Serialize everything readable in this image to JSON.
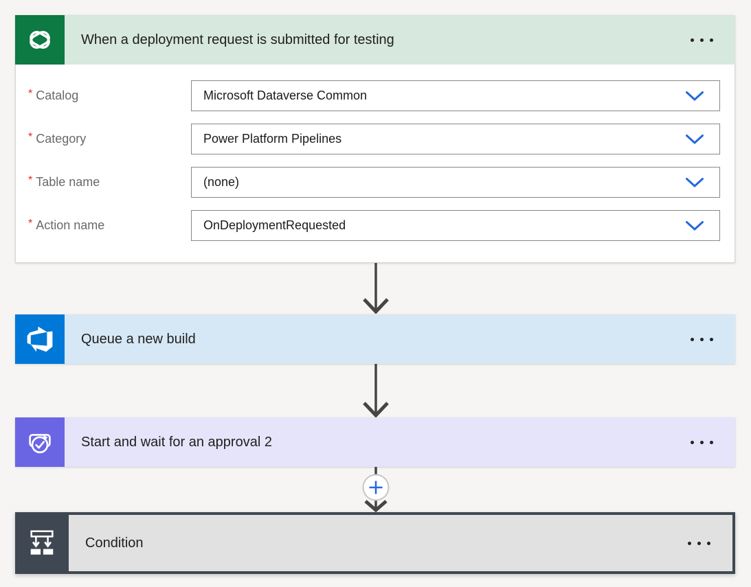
{
  "colors": {
    "page_bg": "#f6f5f4",
    "dataverse_green": "#0c7a42",
    "trigger_header_bg": "#d7e8de",
    "devops_blue": "#0078d7",
    "devops_header_bg": "#d6e8f6",
    "approvals_purple": "#6a66e3",
    "approvals_header_bg": "#e5e4fa",
    "condition_dark": "#3f4752",
    "condition_header_bg": "#e1e1e1",
    "dropdown_chevron_blue": "#2569d9",
    "required_red": "#dc2626",
    "connector_gray": "#474543"
  },
  "trigger": {
    "icon": "dataverse-icon",
    "title": "When a deployment request is submitted for testing",
    "menu_icon": "ellipsis-icon",
    "required_marker": "*",
    "fields": [
      {
        "label": "Catalog",
        "value": "Microsoft Dataverse Common",
        "chevron": "chevron-down-icon"
      },
      {
        "label": "Category",
        "value": "Power Platform Pipelines",
        "chevron": "chevron-down-icon"
      },
      {
        "label": "Table name",
        "value": "(none)",
        "chevron": "chevron-down-icon"
      },
      {
        "label": "Action name",
        "value": "OnDeploymentRequested",
        "chevron": "chevron-down-icon"
      }
    ]
  },
  "actions": [
    {
      "icon": "azure-devops-icon",
      "title": "Queue a new build",
      "menu_icon": "ellipsis-icon"
    },
    {
      "icon": "approvals-icon",
      "title": "Start and wait for an approval 2",
      "menu_icon": "ellipsis-icon"
    },
    {
      "icon": "condition-icon",
      "title": "Condition",
      "menu_icon": "ellipsis-icon",
      "selected": "true"
    }
  ],
  "connectors": {
    "arrow_icon": "arrow-down-icon",
    "insert_icon": "add-icon"
  }
}
